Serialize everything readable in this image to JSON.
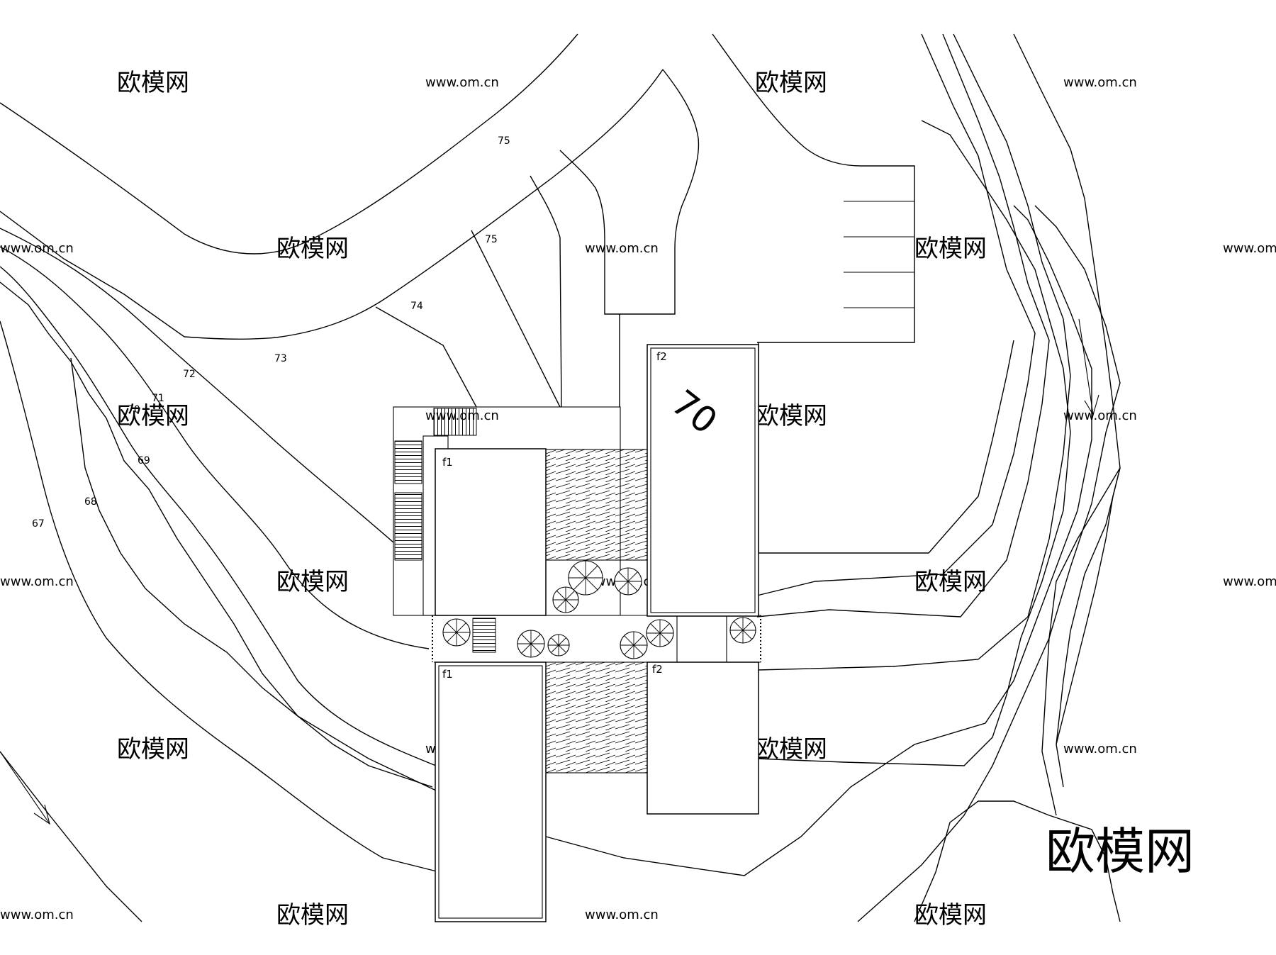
{
  "contour_labels": [
    "75",
    "75",
    "74",
    "73",
    "72",
    "71",
    "70",
    "69",
    "68",
    "67"
  ],
  "building_labels": [
    "f2",
    "f1",
    "f1",
    "f2"
  ],
  "elevation_label": "70",
  "watermarks": {
    "brand": "欧模网",
    "url": "www.om.cn"
  },
  "icons": [
    "flow-arrow-icon",
    "tree-icon",
    "hatch-paving"
  ],
  "colors": {
    "line": "#000000",
    "background": "#ffffff",
    "watermark": "#d9d9d9",
    "logo": "#4a4a4a"
  }
}
